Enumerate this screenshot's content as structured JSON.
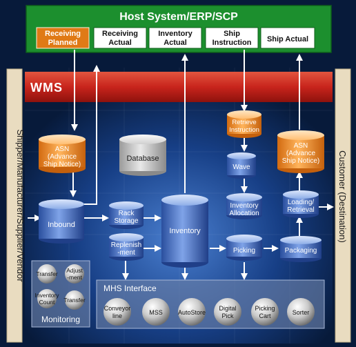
{
  "host": {
    "title": "Host System/ERP/SCP",
    "boxes": [
      {
        "line1": "Receiving",
        "line2": "Planned"
      },
      {
        "line1": "Receiving",
        "line2": "Actual"
      },
      {
        "line1": "Inventory",
        "line2": "Actual"
      },
      {
        "line1": "Ship",
        "line2": "Instruction"
      },
      {
        "line1": "Ship Actual",
        "line2": ""
      }
    ]
  },
  "wms": {
    "label": "WMS"
  },
  "sides": {
    "left": "Shipper/Manufacturer/Supplier/Vendor",
    "right": "Customer (Destination)"
  },
  "nodes": {
    "asn_in": {
      "l1": "ASN",
      "l2": "(Advance",
      "l3": "Ship Notice)"
    },
    "asn_out": {
      "l1": "ASN",
      "l2": "(Advance",
      "l3": "Ship Notice)"
    },
    "retrieve": {
      "l1": "Retrieve",
      "l2": "Instruction"
    },
    "database": {
      "l1": "Database"
    },
    "wave": {
      "l1": "Wave"
    },
    "inbound": {
      "l1": "Inbound"
    },
    "rack": {
      "l1": "Rack",
      "l2": "Storage"
    },
    "inventory": {
      "l1": "Inventory"
    },
    "allocation": {
      "l1": "Inventory",
      "l2": "Allocation"
    },
    "loading": {
      "l1": "Loading/",
      "l2": "Retrieval"
    },
    "replenish": {
      "l1": "Replenish",
      "l2": "-ment"
    },
    "picking": {
      "l1": "Picking"
    },
    "packaging": {
      "l1": "Packaging"
    }
  },
  "monitoring": {
    "label": "Monitoring",
    "items": [
      {
        "l1": "Transfer",
        "l2": ""
      },
      {
        "l1": "Adjust",
        "l2": "-ment"
      },
      {
        "l1": "Inventory",
        "l2": "Count"
      },
      {
        "l1": "Transfer",
        "l2": ""
      }
    ]
  },
  "mhs": {
    "label": "MHS Interface",
    "items": [
      {
        "l1": "Conveyor",
        "l2": "line"
      },
      {
        "l1": "MSS",
        "l2": ""
      },
      {
        "l1": "AutoStore",
        "l2": ""
      },
      {
        "l1": "Digital",
        "l2": "Pick"
      },
      {
        "l1": "Picking",
        "l2": "Cart"
      },
      {
        "l1": "Sorter",
        "l2": ""
      }
    ]
  },
  "colors": {
    "host_green": "#1c8f2e",
    "receiving_planned_orange": "#e07a16",
    "wms_red": "#c8241c",
    "side_band": "#e9dcc0",
    "cyl_blue": "#3a62b8",
    "cyl_orange": "#f08a1c",
    "cyl_gray": "#b8b8b8"
  }
}
